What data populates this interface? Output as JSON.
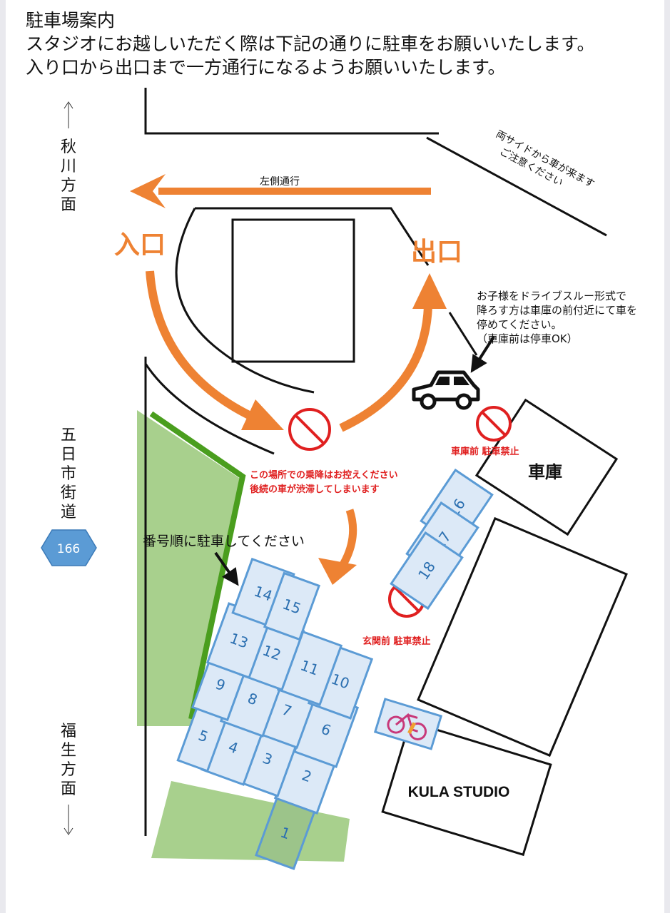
{
  "header": {
    "title": "駐車場案内",
    "line1": "スタジオにお越しいただく際は下記の通りに駐車をお願いいたします。",
    "line2": "入り口から出口まで一方通行になるようお願いいたします。"
  },
  "directions": {
    "north": [
      "秋",
      "川",
      "方",
      "面"
    ],
    "street": [
      "五",
      "日",
      "市",
      "街",
      "道"
    ],
    "south": [
      "福",
      "生",
      "方",
      "面"
    ],
    "route_number": "166"
  },
  "map": {
    "left_traffic": "左側通行",
    "both_sides_line1": "両サイドから車が来ます",
    "both_sides_line2": "ご注意ください",
    "entrance": "入口",
    "exit": "出口",
    "dropoff": [
      "お子様をドライブスルー形式で",
      "降ろす方は車庫の前付近にて車を",
      "停めてください。",
      "（車庫前は停車OK）"
    ],
    "garage_no_parking": "車庫前  駐車禁止",
    "garage": "車庫",
    "no_boarding_line1": "この場所での乗降はお控えください",
    "no_boarding_line2": "後続の車が渋滞してしまいます",
    "park_in_order": "番号順に駐車してください",
    "entrance_no_parking": "玄関前  駐車禁止",
    "studio": "KULA STUDIO"
  },
  "spots": [
    "1",
    "2",
    "3",
    "4",
    "5",
    "6",
    "7",
    "8",
    "9",
    "10",
    "11",
    "12",
    "13",
    "14",
    "15",
    "16",
    "17",
    "18"
  ],
  "colors": {
    "orange": "#ee8233",
    "red": "#e02020",
    "spot_fill": "#dce9f7",
    "spot_stroke": "#5b9bd5",
    "grass": "#a8d08d",
    "hedge": "#4a9e1e",
    "route_badge": "#5b9bd5"
  },
  "icons": [
    "car-icon",
    "bicycle-icon",
    "no-entry-icon",
    "route-sign-icon"
  ]
}
